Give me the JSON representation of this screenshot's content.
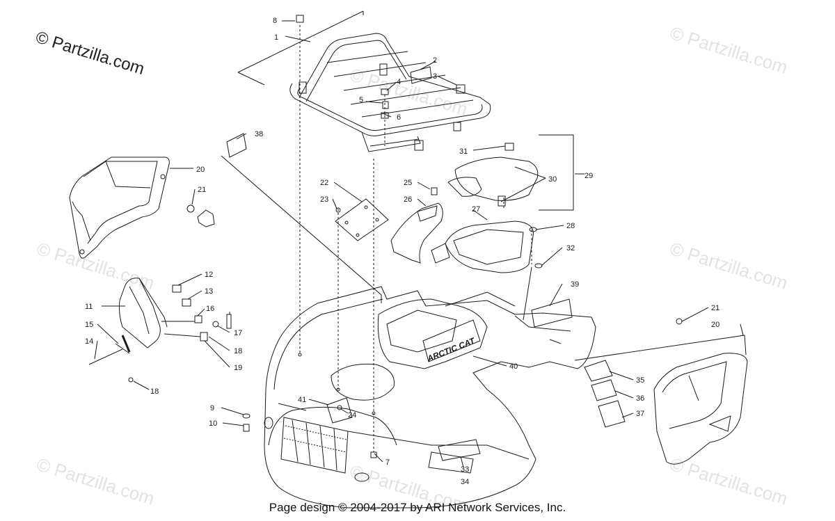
{
  "copyright": "© Partzilla.com",
  "watermark": "© Partzilla.com",
  "footer": "Page design © 2004-2017 by ARI Network Services, Inc.",
  "brand_decal": "ARCTIC CAT",
  "callouts": {
    "c1": "1",
    "c2": "2",
    "c3": "3",
    "c4": "4",
    "c5": "5",
    "c6": "6",
    "c7": "7",
    "c8": "8",
    "c9": "9",
    "c10": "10",
    "c11": "11",
    "c12": "12",
    "c13": "13",
    "c14": "14",
    "c15": "15",
    "c16": "16",
    "c17": "17",
    "c18a": "18",
    "c18b": "18",
    "c19": "19",
    "c20a": "20",
    "c20b": "20",
    "c21a": "21",
    "c21b": "21",
    "c22": "22",
    "c23": "23",
    "c24": "24",
    "c25": "25",
    "c26": "26",
    "c27": "27",
    "c28": "28",
    "c29": "29",
    "c30": "30",
    "c31": "31",
    "c32": "32",
    "c33": "33",
    "c34": "34",
    "c35": "35",
    "c36": "36",
    "c37": "37",
    "c38": "38",
    "c39": "39",
    "c40": "40",
    "c41": "41"
  }
}
